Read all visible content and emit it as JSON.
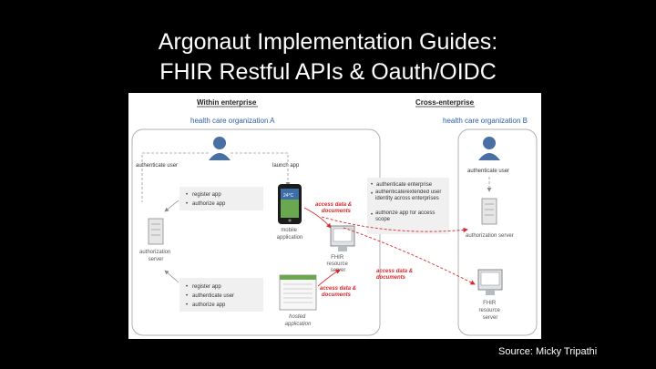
{
  "slide": {
    "title_line1": "Argonaut Implementation Guides:",
    "title_line2": "FHIR Restful APIs & Oauth/OIDC",
    "source": "Source: Micky Tripathi"
  },
  "diagram": {
    "section_within": "Within enterprise",
    "section_cross": "Cross-enterprise",
    "org_a": "health care organization A",
    "org_b": "health care organization B",
    "user_a_label": "authenticate user",
    "launch_app": "launch app",
    "user_b_label": "authenticate user",
    "auth_server_a_line1": "authorization",
    "auth_server_a_line2": "server",
    "auth_server_b": "authorization server",
    "mobile_line1": "mobile",
    "mobile_line2": "application",
    "fhir_a_line1": "FHIR",
    "fhir_a_line2": "resource",
    "fhir_a_line3": "server",
    "fhir_b_line1": "FHIR",
    "fhir_b_line2": "resource",
    "fhir_b_line3": "server",
    "hosted_line1": "hosted",
    "hosted_line2": "application",
    "mobile_steps": [
      "register app",
      "authorize app"
    ],
    "hosted_steps": [
      "register app",
      "authenticate user",
      "authorize app"
    ],
    "cross_steps": [
      "authenticate enterprise",
      "authenticate/extended user identity across enterprises",
      "authorize app for access scope"
    ],
    "access_a_line1": "access data &",
    "access_a_line2": "documents",
    "access_hosted_line1": "access data &",
    "access_hosted_line2": "documents",
    "access_cross_line1": "access data &",
    "access_cross_line2": "documents",
    "phone_time": "24°C",
    "colors": {
      "section_header": "#222222",
      "org_label": "#2b5da8",
      "arrow_red": "#d8282c",
      "dashed_line": "#9a9a9a",
      "note_bg": "#f0f0f0",
      "user_icon": "#4a6fa3"
    }
  }
}
